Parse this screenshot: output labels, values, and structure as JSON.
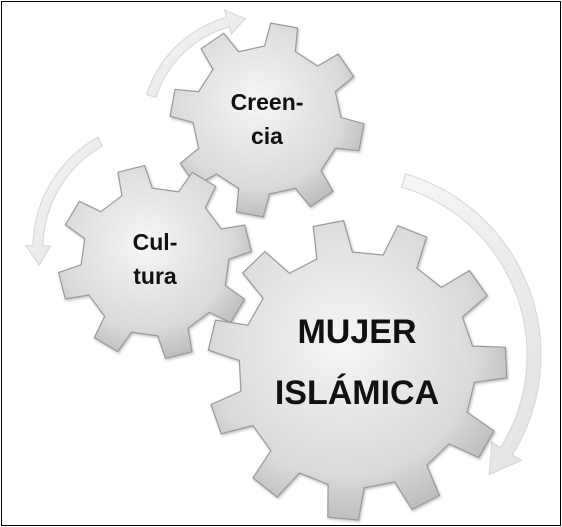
{
  "gears": [
    {
      "id": "creencia",
      "lines": [
        "Creen-",
        "cia"
      ]
    },
    {
      "id": "cultura",
      "lines": [
        "Cul-",
        "tura"
      ]
    },
    {
      "id": "mujer-islamica",
      "lines": [
        "MUJER",
        "ISLÁMICA"
      ]
    }
  ],
  "colors": {
    "gear_fill_center": "#f4f4f4",
    "gear_fill_edge": "#b9b9b9",
    "gear_stroke": "#9a9a9a",
    "arrow_fill": "#eeeeee",
    "text": "#111111",
    "border": "#000000"
  }
}
